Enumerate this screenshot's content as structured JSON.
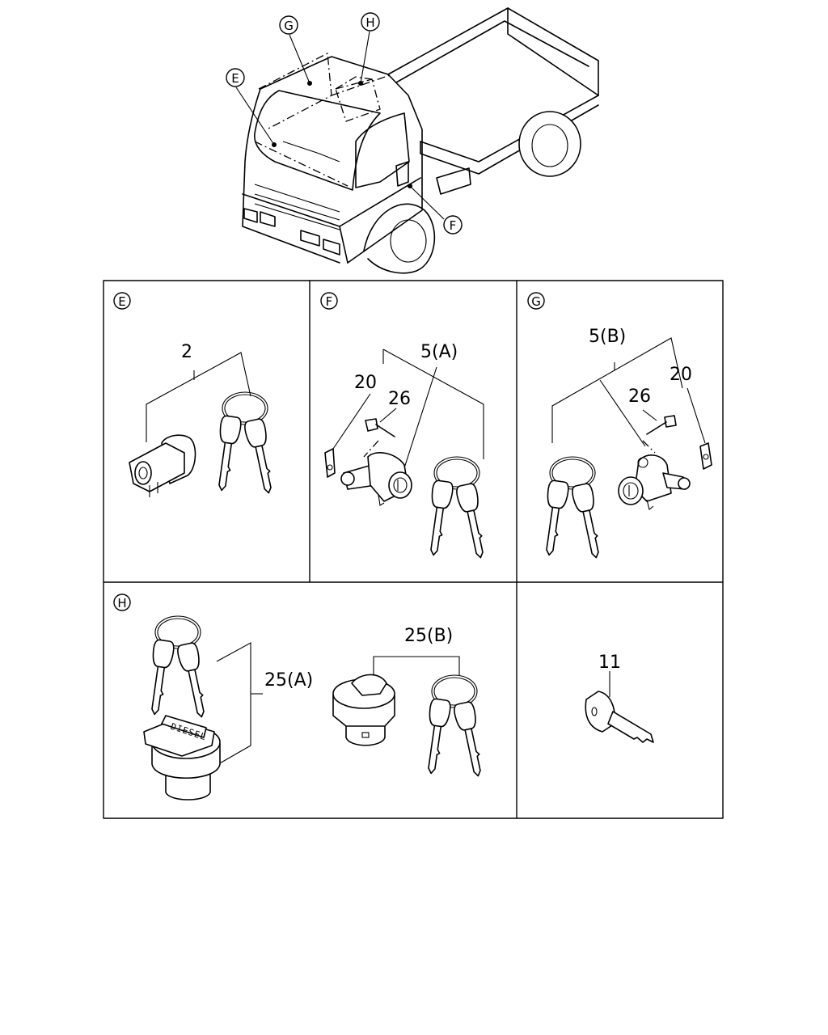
{
  "callouts": {
    "truck_g": "G",
    "truck_h": "H",
    "truck_e": "E",
    "truck_f": "F"
  },
  "panels": {
    "e": {
      "letter": "E",
      "part_ignition": "2"
    },
    "f": {
      "letter": "F",
      "part_set": "5(A)",
      "part_clip": "20",
      "part_screw": "26"
    },
    "g": {
      "letter": "G",
      "part_set": "5(B)",
      "part_screw": "26",
      "part_clip": "20"
    },
    "h": {
      "letter": "H",
      "part_fuel_cap": "25(A)",
      "part_cap_b": "25(B)",
      "cap_stamp": "DIESEL"
    },
    "key": {
      "part_key": "11"
    }
  }
}
